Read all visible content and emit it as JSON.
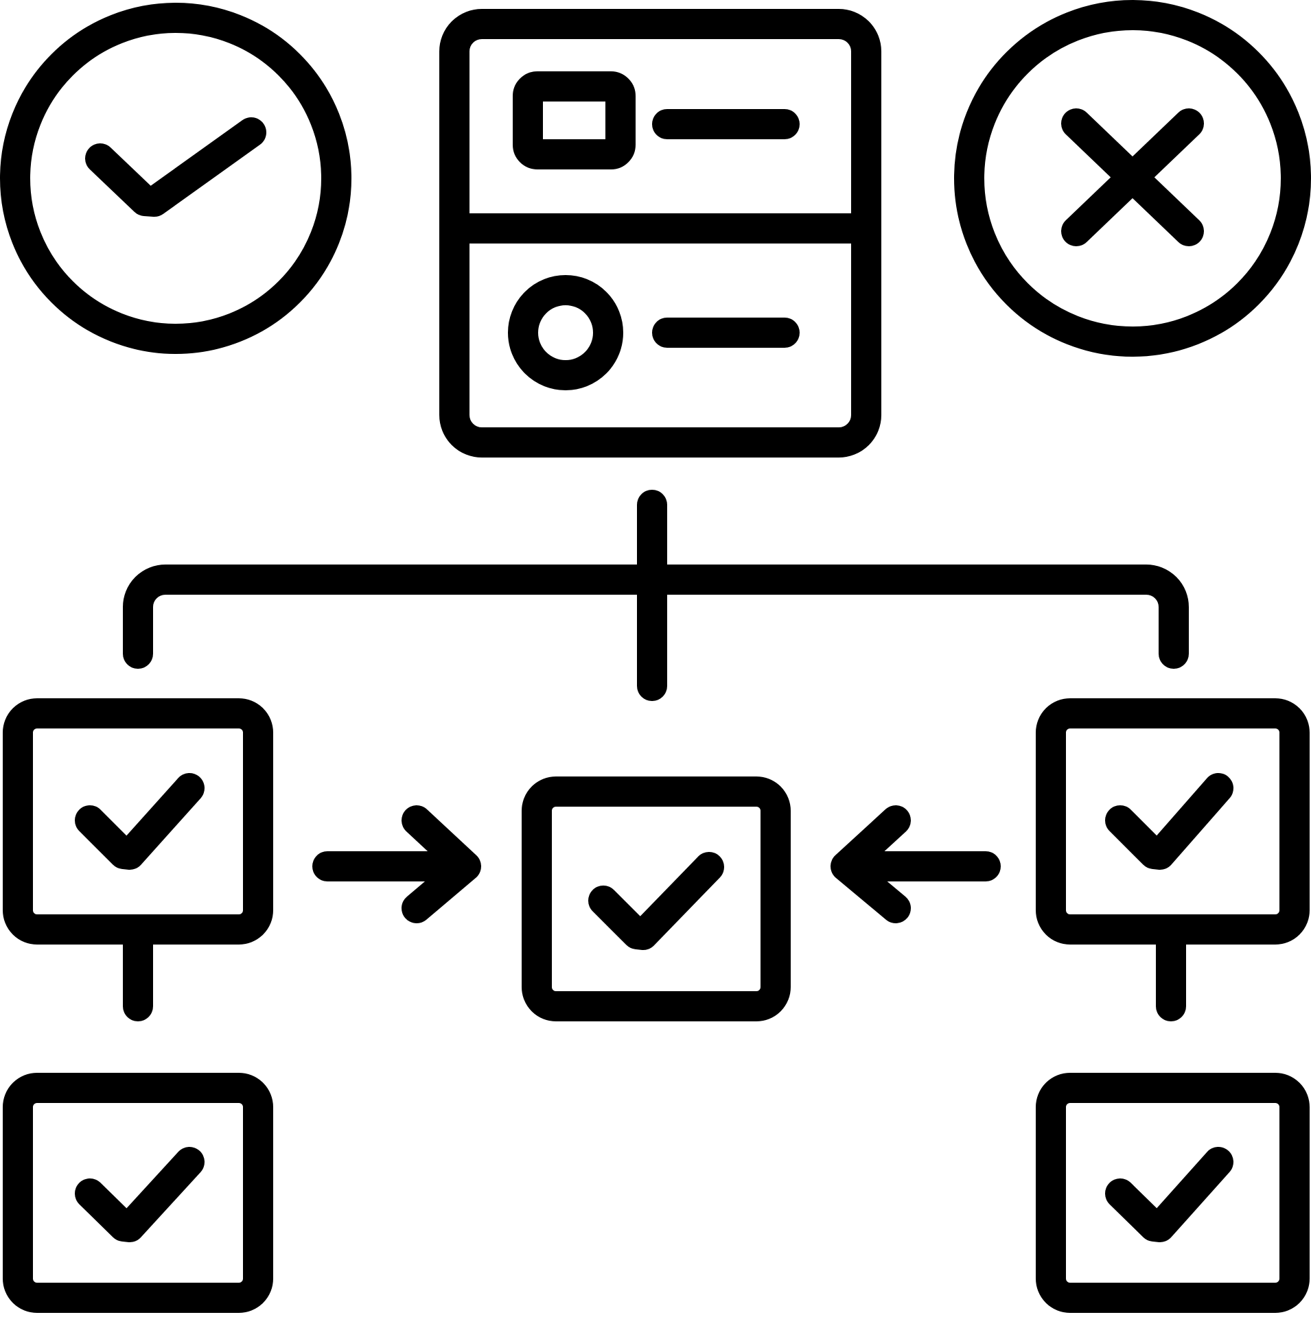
{
  "diagram": {
    "style": {
      "stroke_color": "#000000",
      "background_color": "#ffffff"
    },
    "icons": {
      "approved": "check-circle-icon",
      "rejected": "x-circle-icon",
      "form": "form-card-icon",
      "task": "checkbox-task-icon",
      "arrow": "arrow-icon",
      "connector": "connector-line"
    },
    "nodes": [
      {
        "id": "approved-status",
        "icon": "check-circle-icon"
      },
      {
        "id": "source-form",
        "icon": "form-card-icon"
      },
      {
        "id": "rejected-status",
        "icon": "x-circle-icon"
      },
      {
        "id": "task-left-top",
        "icon": "checkbox-task-icon"
      },
      {
        "id": "task-center",
        "icon": "checkbox-task-icon"
      },
      {
        "id": "task-right-top",
        "icon": "checkbox-task-icon"
      },
      {
        "id": "task-left-bottom",
        "icon": "checkbox-task-icon"
      },
      {
        "id": "task-right-bottom",
        "icon": "checkbox-task-icon"
      }
    ],
    "edges": [
      {
        "from": "source-form",
        "to": "task-left-top"
      },
      {
        "from": "source-form",
        "to": "task-center"
      },
      {
        "from": "source-form",
        "to": "task-right-top"
      },
      {
        "from": "task-left-top",
        "to": "task-center"
      },
      {
        "from": "task-right-top",
        "to": "task-center"
      },
      {
        "from": "task-left-top",
        "to": "task-left-bottom"
      },
      {
        "from": "task-right-top",
        "to": "task-right-bottom"
      }
    ]
  }
}
